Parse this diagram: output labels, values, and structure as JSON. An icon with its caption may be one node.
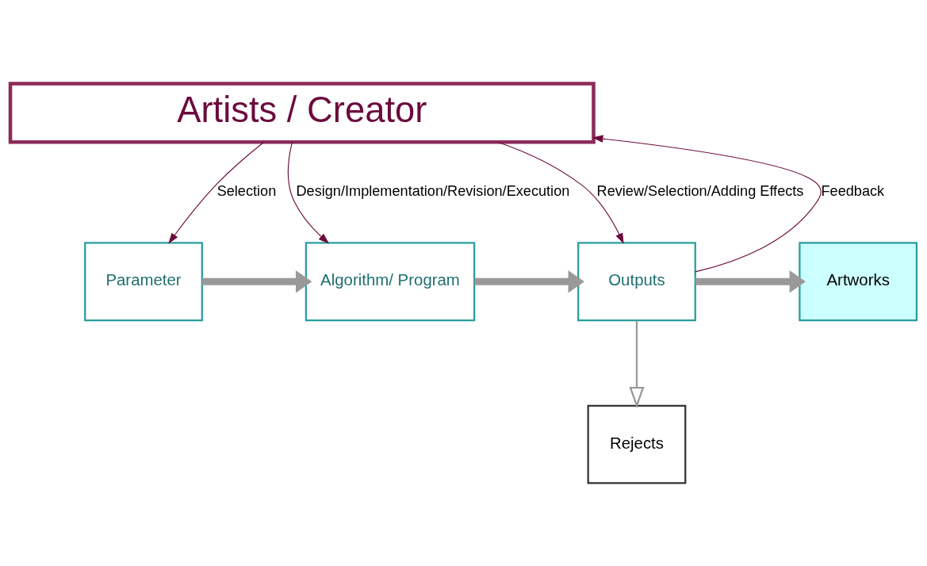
{
  "diagram": {
    "nodes": [
      {
        "text": [
          "Artists / Creator"
        ]
      },
      {
        "text": [
          "Parameter"
        ]
      },
      {
        "text": [
          "Algorithm/ Program"
        ]
      },
      {
        "text": [
          "Outputs"
        ]
      },
      {
        "text": [
          "Artworks"
        ]
      },
      {
        "text": [
          "Rejects"
        ]
      }
    ],
    "edges": [
      {
        "from": 0,
        "to": 1,
        "arrow": "to",
        "label": "Selection"
      },
      {
        "from": 0,
        "to": 2,
        "arrow": "to",
        "label": "Design/Implementation/Revision/Execution"
      },
      {
        "from": 0,
        "to": 3,
        "arrow": "to",
        "label": "Review/Selection/Adding Effects"
      },
      {
        "from": 3,
        "to": 0,
        "arrow": "to",
        "label": "Feedback"
      },
      {
        "from": 1,
        "to": 2,
        "arrow": "to",
        "style": "thick",
        "color": "#999999"
      },
      {
        "from": 2,
        "to": 3,
        "arrow": "to",
        "style": "thick",
        "color": "#999999"
      },
      {
        "from": 3,
        "to": 4,
        "arrow": "to",
        "style": "thick",
        "color": "#999999"
      },
      {
        "from": 3,
        "to": 5,
        "arrow": "to",
        "color": "#999999"
      }
    ]
  }
}
